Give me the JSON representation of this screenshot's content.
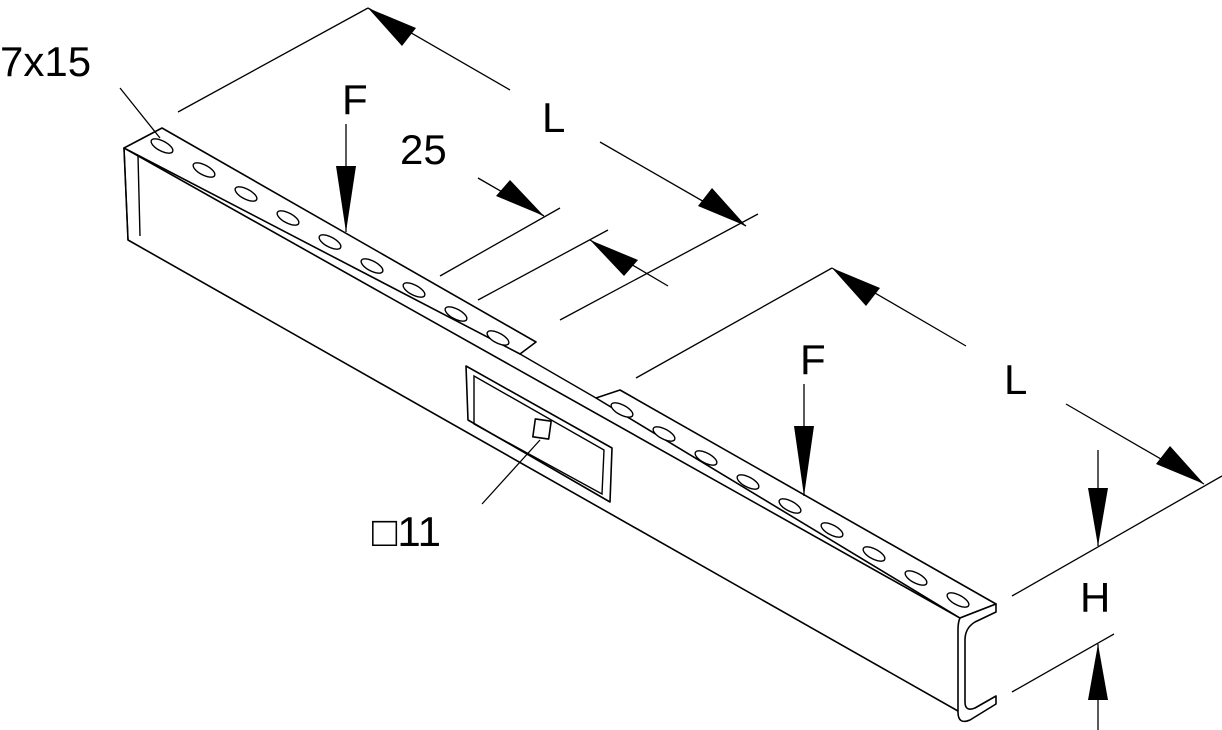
{
  "drawing": {
    "labels": {
      "slot_size": "7x15",
      "force_left": "F",
      "force_right": "F",
      "gap": "25",
      "length_top": "L",
      "length_right": "L",
      "hole": "□11",
      "height": "H"
    },
    "colors": {
      "line": "#000000",
      "background": "#ffffff"
    }
  }
}
